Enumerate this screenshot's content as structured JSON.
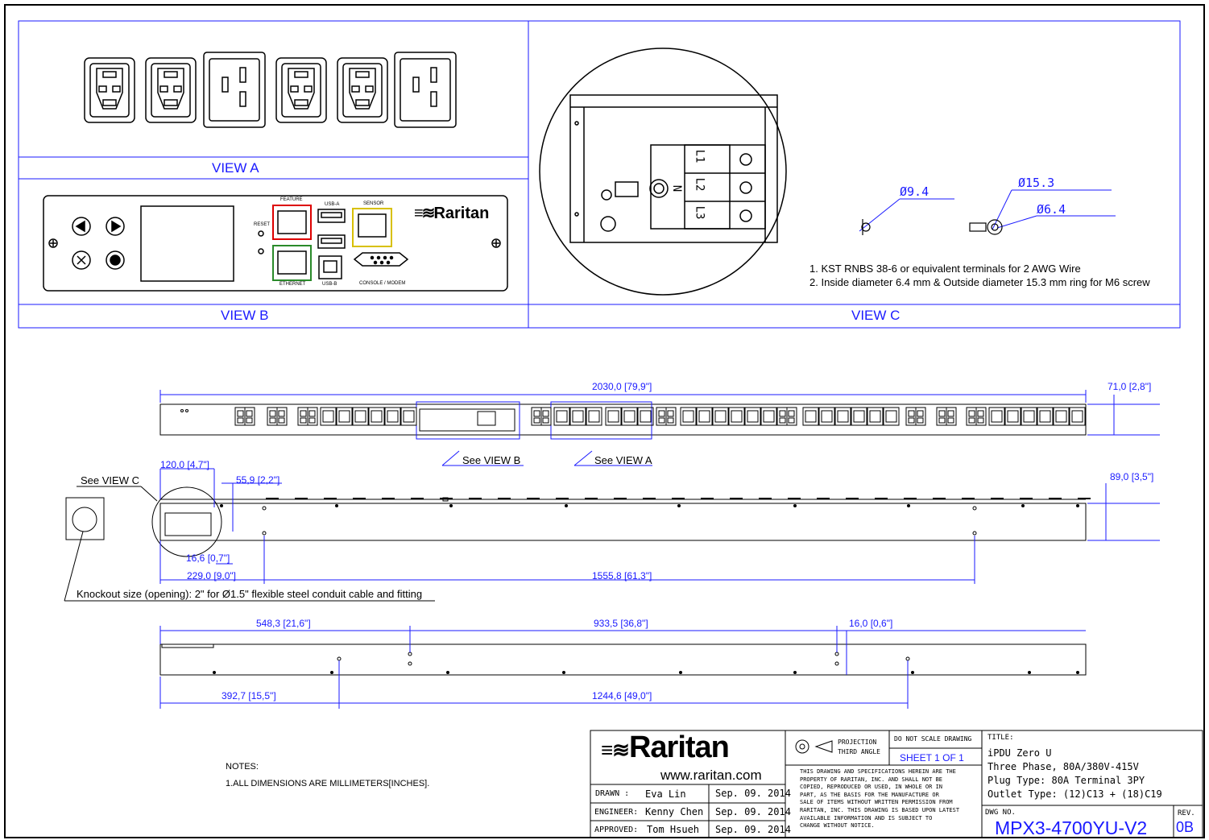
{
  "views": {
    "a": "VIEW A",
    "b": "VIEW B",
    "c": "VIEW C"
  },
  "view_b_labels": {
    "feature": "FEATURE",
    "ethernet": "ETHERNET",
    "usb_a": "USB-A",
    "usb_b": "USB-B",
    "sensor": "SENSOR",
    "console": "CONSOLE / MODEM",
    "reset": "RESET",
    "brand": "Raritan"
  },
  "view_c": {
    "phases": [
      "L1",
      "L2",
      "L3"
    ],
    "neutral": "N",
    "dia_small": "Ø9.4",
    "dia_large_outer": "Ø15.3",
    "dia_large_inner": "Ø6.4",
    "note1": "1. KST RNBS 38-6 or equivalent terminals for 2 AWG Wire",
    "note2": "2. Inside diameter 6.4 mm & Outside diameter 15.3 mm ring for M6 screw"
  },
  "dimensions": {
    "overall_length": "2030,0 [79,9\"]",
    "width": "71,0 [2,8\"]",
    "depth": "89,0 [3,5\"]",
    "d120": "120,0 [4,7\"]",
    "d55": "55,9 [2,2\"]",
    "d16_6": "16,6 [0,7\"]",
    "d229": "229,0 [9,0\"]",
    "d1555": "1555,8 [61,3\"]",
    "d548": "548,3 [21,6\"]",
    "d933": "933,5 [36,8\"]",
    "d16_0": "16,0 [0,6\"]",
    "d392": "392,7 [15,5\"]",
    "d1244": "1244,6 [49,0\"]"
  },
  "callouts": {
    "see_view_b": "See VIEW B",
    "see_view_a": "See VIEW A",
    "see_view_c": "See VIEW C",
    "knockout": "Knockout size (opening): 2\" for Ø1.5\" flexible steel conduit cable and fitting"
  },
  "notes": {
    "heading": "NOTES:",
    "line1": "1.ALL DIMENSIONS ARE MILLIMETERS[INCHES]."
  },
  "title_block": {
    "brand": "Raritan",
    "url": "www.raritan.com",
    "drawn_label": "DRAWN :",
    "drawn_name": "Eva Lin",
    "drawn_date": "Sep. 09. 2014",
    "engineer_label": "ENGINEER:",
    "engineer_name": "Kenny Chen",
    "engineer_date": "Sep. 09. 2014",
    "approved_label": "APPROVED:",
    "approved_name": "Tom Hsueh",
    "approved_date": "Sep. 09. 2014",
    "projection_line1": "PROJECTION",
    "projection_line2": "THIRD ANGLE",
    "do_not_scale": "DO NOT SCALE DRAWING",
    "sheet": "SHEET 1 OF 1",
    "disclaimer": [
      "THIS DRAWING AND SPECIFICATIONS HEREIN ARE THE",
      "PROPERTY OF RARITAN, INC. AND SHALL NOT BE",
      "COPIED, REPRODUCED OR USED, IN WHOLE OR IN",
      "PART, AS THE BASIS FOR THE MANUFACTURE OR",
      "SALE OF ITEMS WITHOUT WRITTEN PERMISSION FROM",
      "RARITAN, INC. THIS DRAWING IS BASED UPON LATEST",
      "AVAILABLE INFORMATION AND IS SUBJECT TO",
      "CHANGE WITHOUT NOTICE."
    ],
    "title_label": "TITLE:",
    "title_lines": [
      "iPDU Zero U",
      "Three Phase, 80A/380V-415V",
      "Plug Type: 80A Terminal 3PY",
      "Outlet Type: (12)C13 + (18)C19"
    ],
    "dwg_label": "DWG NO.",
    "dwg_no": "MPX3-4700YU-V2",
    "rev_label": "REV.",
    "rev": "0B"
  }
}
